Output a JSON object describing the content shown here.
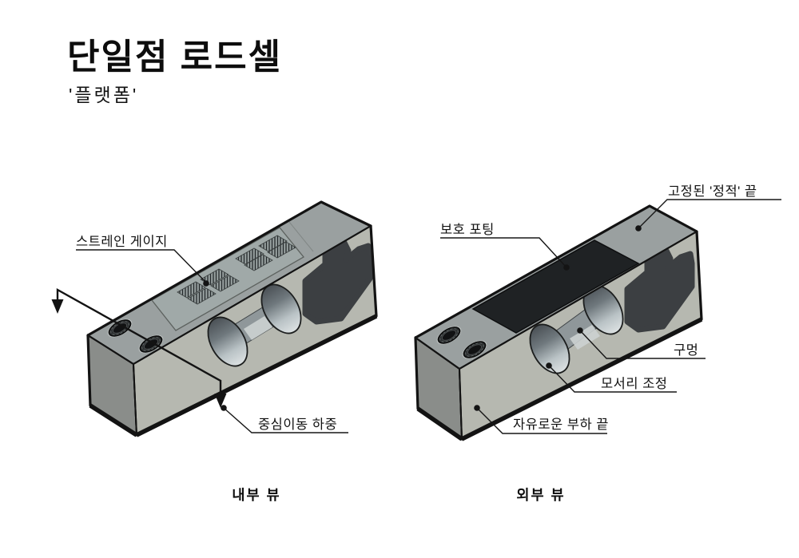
{
  "header": {
    "title": "단일점 로드셀",
    "subtitle": "'플랫폼'"
  },
  "figures": {
    "internal": {
      "caption": "내부 뷰",
      "labels": {
        "strain_gauge": "스트레인 게이지",
        "offset_load": "중심이동 하중"
      }
    },
    "external": {
      "caption": "외부 뷰",
      "labels": {
        "protective_potting": "보호 포팅",
        "fixed_static_end": "고정된 '정적' 끝",
        "hole": "구멍",
        "corner_adjust": "모서리 조정",
        "free_load_end": "자유로운 부하 끝"
      }
    }
  },
  "colors": {
    "background": "#ffffff",
    "ink": "#141414",
    "top_face": "#9aa0a0",
    "front_face": "#b6b8b0",
    "end_face": "#8a8d8a",
    "gauge_pocket": "#a0a9a8",
    "pocket_dark": "#3c3f42",
    "potting": "#1f2224",
    "hole_slot": "#8f979a"
  }
}
